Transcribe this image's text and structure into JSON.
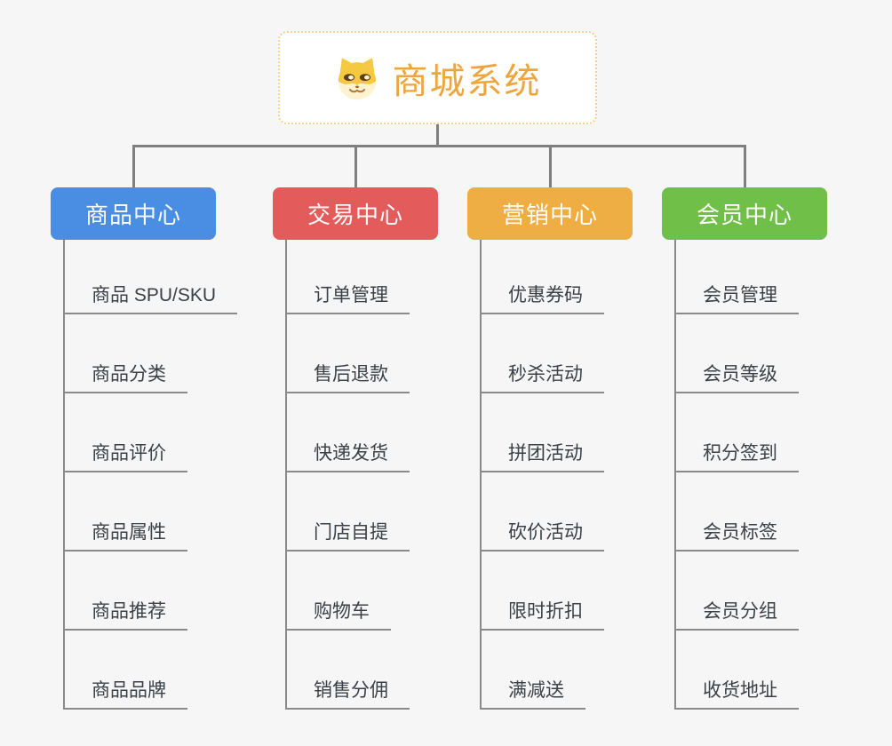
{
  "root": {
    "title": "商城系统",
    "icon": "doge-icon"
  },
  "branches": [
    {
      "label": "商品中心",
      "color": "#4a8ee4",
      "children": [
        "商品 SPU/SKU",
        "商品分类",
        "商品评价",
        "商品属性",
        "商品推荐",
        "商品品牌"
      ]
    },
    {
      "label": "交易中心",
      "color": "#e45b5b",
      "children": [
        "订单管理",
        "售后退款",
        "快递发货",
        "门店自提",
        "购物车",
        "销售分佣"
      ]
    },
    {
      "label": "营销中心",
      "color": "#efae43",
      "children": [
        "优惠券码",
        "秒杀活动",
        "拼团活动",
        "砍价活动",
        "限时折扣",
        "满减送"
      ]
    },
    {
      "label": "会员中心",
      "color": "#6fbf49",
      "children": [
        "会员管理",
        "会员等级",
        "积分签到",
        "会员标签",
        "会员分组",
        "收货地址"
      ]
    }
  ],
  "colors": {
    "background": "#f6f6f6",
    "connector": "#7f7f7f",
    "child_line": "#8a8a8a",
    "child_text": "#3b4147",
    "root_text": "#eda63e",
    "root_border": "#f3d193"
  }
}
